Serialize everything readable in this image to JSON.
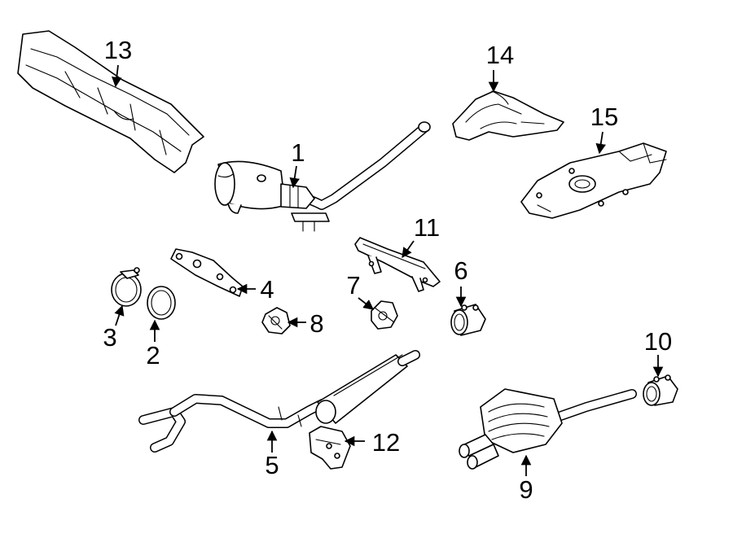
{
  "diagram": {
    "callouts": [
      {
        "id": "1",
        "label": "1"
      },
      {
        "id": "2",
        "label": "2"
      },
      {
        "id": "3",
        "label": "3"
      },
      {
        "id": "4",
        "label": "4"
      },
      {
        "id": "5",
        "label": "5"
      },
      {
        "id": "6",
        "label": "6"
      },
      {
        "id": "7",
        "label": "7"
      },
      {
        "id": "8",
        "label": "8"
      },
      {
        "id": "9",
        "label": "9"
      },
      {
        "id": "10",
        "label": "10"
      },
      {
        "id": "11",
        "label": "11"
      },
      {
        "id": "12",
        "label": "12"
      },
      {
        "id": "13",
        "label": "13"
      },
      {
        "id": "14",
        "label": "14"
      },
      {
        "id": "15",
        "label": "15"
      }
    ],
    "colors": {
      "line": "#000000",
      "fill": "#ffffff"
    }
  }
}
